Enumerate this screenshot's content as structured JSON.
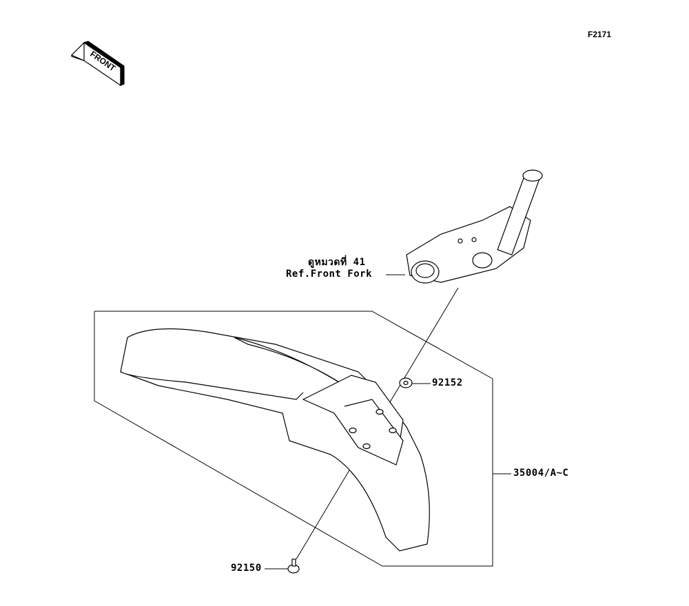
{
  "diagram_code": "F2171",
  "front_indicator": "FRONT",
  "reference": {
    "thai_label": "ดูหมวดที่ 41",
    "english_label": "Ref.Front Fork"
  },
  "parts": [
    {
      "number": "92152"
    },
    {
      "number": "35004/A~C"
    },
    {
      "number": "92150"
    }
  ]
}
